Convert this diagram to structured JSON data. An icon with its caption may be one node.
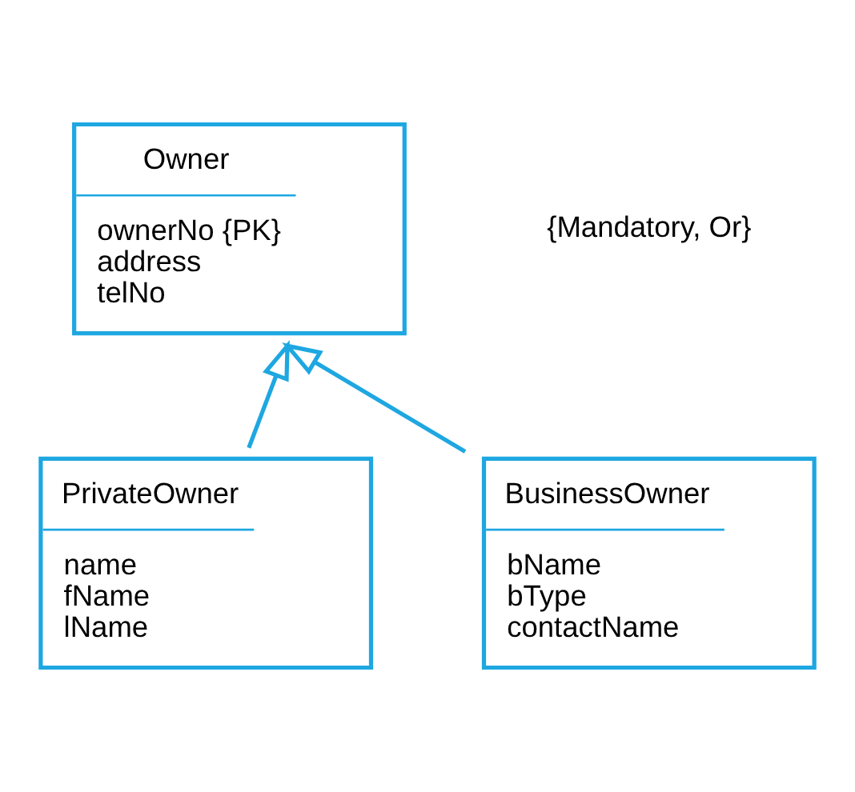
{
  "diagram": {
    "nodes": [
      {
        "text": [
          "Owner",
          "ownerNo {PK}",
          "address",
          "telNo"
        ]
      },
      {
        "text": [
          "PrivateOwner",
          "name",
          "fName",
          "lName"
        ]
      },
      {
        "text": [
          "BusinessOwner",
          "bName",
          "bType",
          "contactName"
        ]
      }
    ],
    "edges": [
      {
        "from": 1,
        "to": 0,
        "arrow": "to"
      },
      {
        "from": 2,
        "to": 0,
        "arrow": "to"
      }
    ],
    "labels": [
      "{Mandatory, Or}"
    ]
  }
}
